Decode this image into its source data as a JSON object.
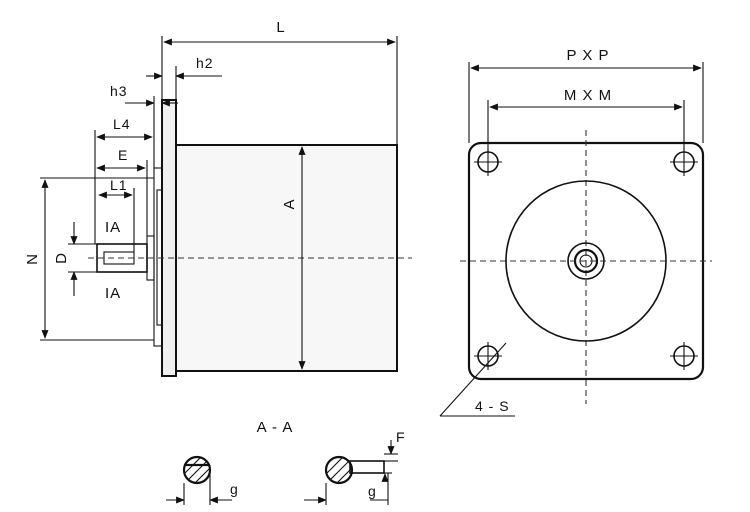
{
  "labels": {
    "L": "L",
    "h2": "h2",
    "h3": "h3",
    "L4": "L4",
    "E": "E",
    "L1": "L1",
    "IA_top": "IA",
    "IA_bottom": "IA",
    "N": "N",
    "D": "D",
    "A": "A",
    "PxP": "P X P",
    "MxM": "M X M",
    "holes": "4 - S",
    "section": "A - A",
    "F": "F",
    "g1": "g",
    "g2": "g"
  }
}
